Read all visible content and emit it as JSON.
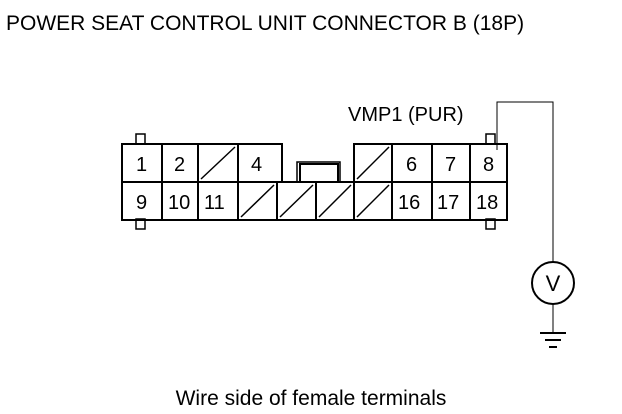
{
  "title": "POWER SEAT CONTROL UNIT CONNECTOR B (18P)",
  "wire_label": "VMP1 (PUR)",
  "caption": "Wire side of female terminals",
  "meter_symbol": "V",
  "connector": {
    "top_row": [
      "1",
      "2",
      "",
      "4",
      "",
      "",
      "",
      "6",
      "7",
      "8"
    ],
    "bottom_row": [
      "9",
      "10",
      "11",
      "",
      "",
      "",
      "",
      "16",
      "17",
      "18"
    ]
  }
}
